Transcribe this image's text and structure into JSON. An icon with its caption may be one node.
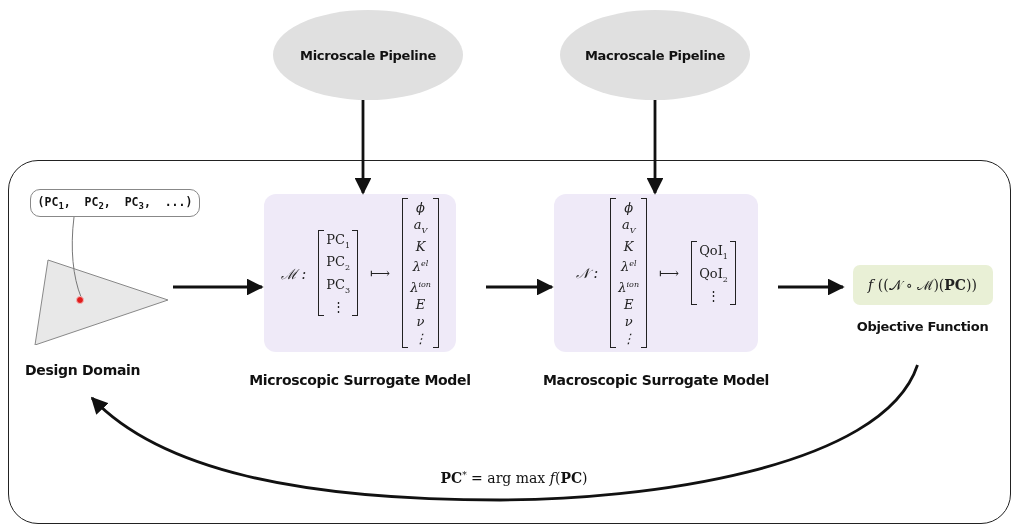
{
  "diagram": {
    "nodes": [
      {
        "text": [
          "Microscale Pipeline"
        ]
      },
      {
        "text": [
          "Macroscale Pipeline"
        ]
      },
      {
        "text": [],
        "shape": "box"
      },
      {
        "text": [
          "(PC$_{1}$,  PC$_{2}$,  PC$_{3}$,  ...)"
        ],
        "in": 2
      },
      {
        "text": [
          "Design Domain"
        ],
        "in": 2
      },
      {
        "text": [],
        "shape": "circle",
        "in": 4
      },
      {
        "text": [
          "ℳ :",
          "PC$_{1}$ PC$_{2}$ PC$_{3}$ ⋮",
          "⟼",
          "ϕ a$_{V}$ K λ$^{el}$ λ$^{ion}$ E ν ⋮",
          "Microscopic Surrogate Model"
        ],
        "in": 2
      },
      {
        "text": [
          "𝒩 :",
          "ϕ a$_{V}$ K λ$^{el}$ λ$^{ion}$ E ν ⋮",
          "⟼",
          "QoI$_{1}$ QoI$_{2}$ ⋮",
          "Macroscopic Surrogate Model"
        ],
        "in": 2
      },
      {
        "text": [
          "*f* ((𝒩 ∘ ℳ)(**PC**))",
          "Objective Function"
        ],
        "in": 2
      }
    ],
    "edges": [
      {
        "from": 0,
        "to": 6,
        "arrow": "to"
      },
      {
        "from": 1,
        "to": 7,
        "arrow": "to"
      },
      {
        "from": 3,
        "to": 5,
        "arrow": "none",
        "color": "#777777"
      },
      {
        "from": 4,
        "to": 6,
        "arrow": "to"
      },
      {
        "from": 6,
        "to": 7,
        "arrow": "to"
      },
      {
        "from": 7,
        "to": 8,
        "arrow": "to"
      },
      {
        "from": 8,
        "to": 4,
        "arrow": "to",
        "label": "**PC**$^{*}$ = arg max *f*(**PC**)"
      }
    ]
  }
}
